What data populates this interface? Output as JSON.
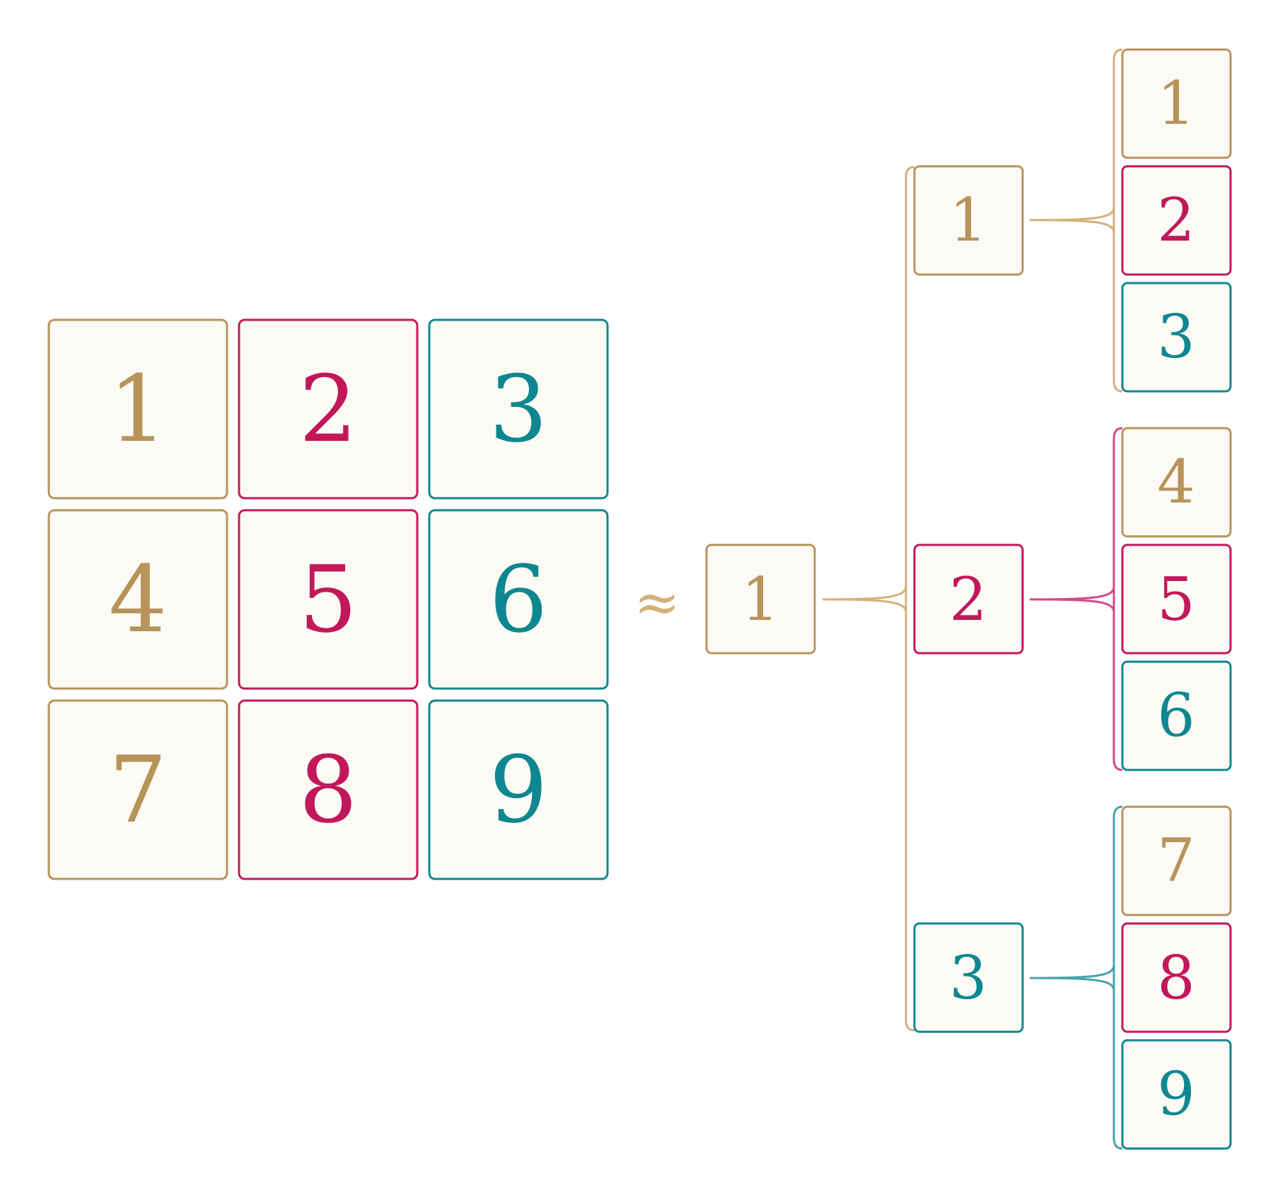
{
  "colors": {
    "gold": "#b8935a",
    "crimson": "#c2185b",
    "teal": "#0f8790",
    "cell_fill": "#fbfaf4",
    "gold_light": "#d4b07a",
    "crimson_light": "#d54a86",
    "teal_light": "#4aa3ab"
  },
  "grid": {
    "cells": [
      "1",
      "2",
      "3",
      "4",
      "5",
      "6",
      "7",
      "8",
      "9"
    ]
  },
  "approx_symbol": "≈",
  "tree": {
    "root": "1",
    "branches": [
      {
        "label": "1",
        "leaves": [
          "1",
          "2",
          "3"
        ]
      },
      {
        "label": "2",
        "leaves": [
          "4",
          "5",
          "6"
        ]
      },
      {
        "label": "3",
        "leaves": [
          "7",
          "8",
          "9"
        ]
      }
    ]
  }
}
